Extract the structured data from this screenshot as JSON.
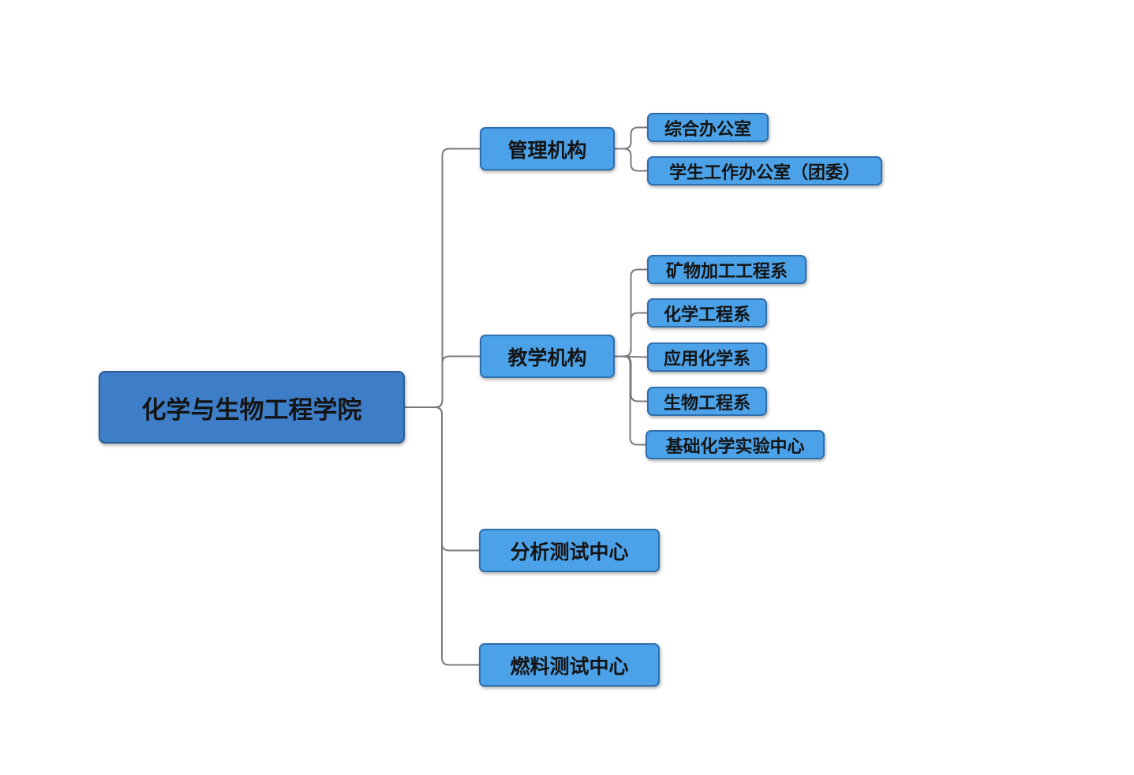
{
  "diagram": {
    "root": {
      "label": "化学与生物工程学院"
    },
    "branches": [
      {
        "label": "管理机构",
        "children": [
          {
            "label": "综合办公室"
          },
          {
            "label": "学生工作办公室（团委）"
          }
        ]
      },
      {
        "label": "教学机构",
        "children": [
          {
            "label": "矿物加工工程系"
          },
          {
            "label": "化学工程系"
          },
          {
            "label": "应用化学系"
          },
          {
            "label": "生物工程系"
          },
          {
            "label": "基础化学实验中心"
          }
        ]
      },
      {
        "label": "分析测试中心",
        "children": []
      },
      {
        "label": "燃料测试中心",
        "children": []
      }
    ],
    "colors": {
      "root_fill": "#3E7DC7",
      "root_border": "#2B5C97",
      "node_fill": "#4CA2E8",
      "node_border": "#2F6FAE",
      "connector": "#7B7B7B",
      "text": "#141414",
      "canvas_bg": "#FFFFFF"
    }
  }
}
